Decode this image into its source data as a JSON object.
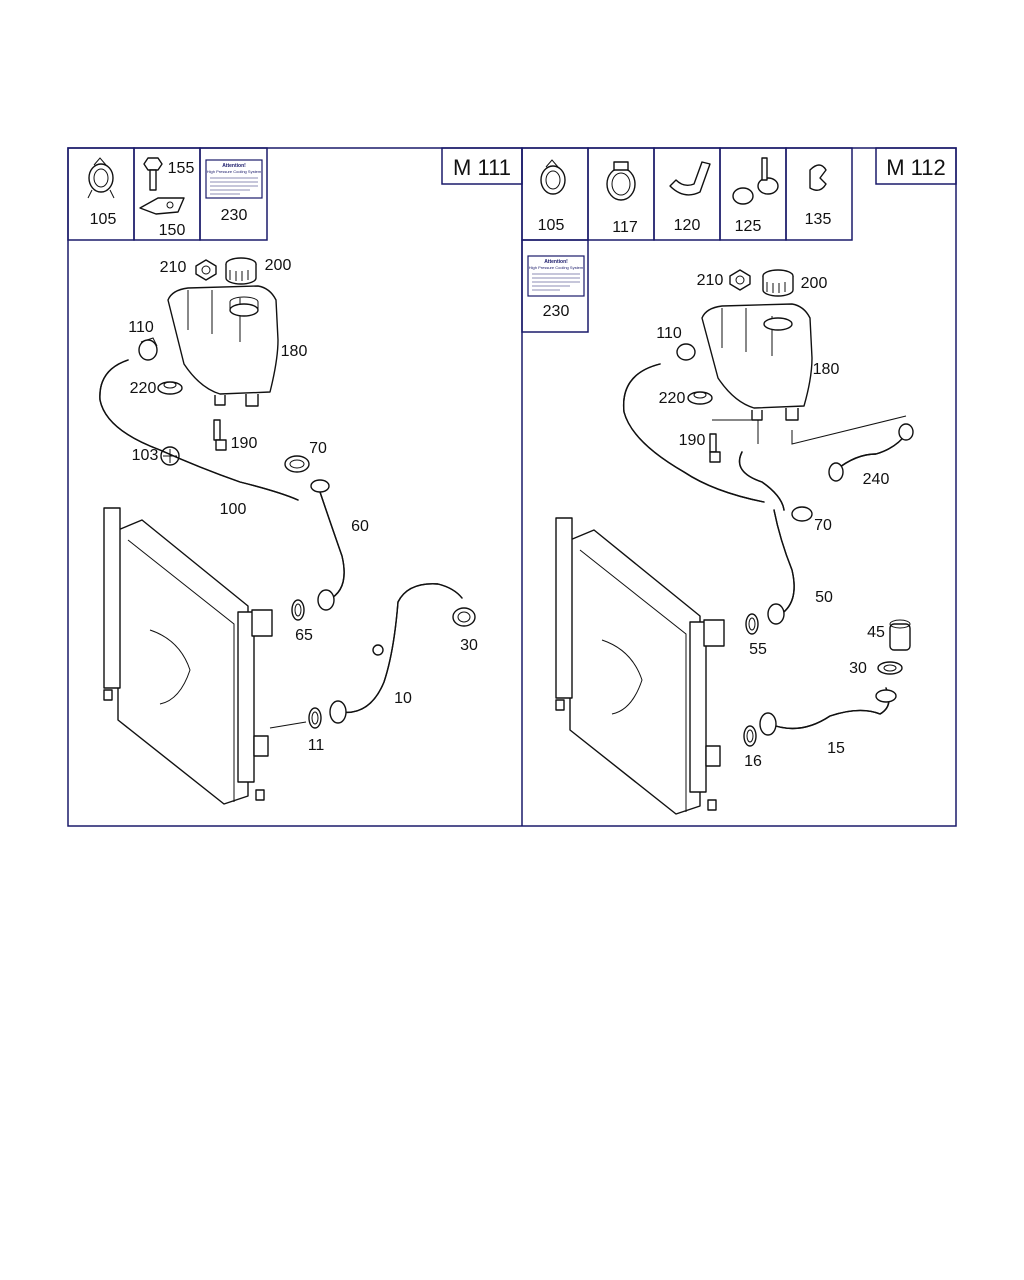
{
  "panels": [
    {
      "engine": "M 111",
      "legend_labels": [
        "105",
        "155",
        "150",
        "230"
      ],
      "label_230": {
        "heading": "Attention!",
        "subheading": "High Pressure Cooling System"
      },
      "callouts": [
        "210",
        "200",
        "110",
        "180",
        "220",
        "190",
        "103",
        "70",
        "100",
        "60",
        "65",
        "30",
        "10",
        "11"
      ]
    },
    {
      "engine": "M 112",
      "legend_labels": [
        "105",
        "117",
        "120",
        "125",
        "135",
        "230"
      ],
      "label_230": {
        "heading": "Attention!",
        "subheading": "High Pressure Cooling System"
      },
      "callouts": [
        "210",
        "200",
        "110",
        "180",
        "220",
        "190",
        "240",
        "70",
        "50",
        "55",
        "45",
        "30",
        "15",
        "16"
      ]
    }
  ]
}
